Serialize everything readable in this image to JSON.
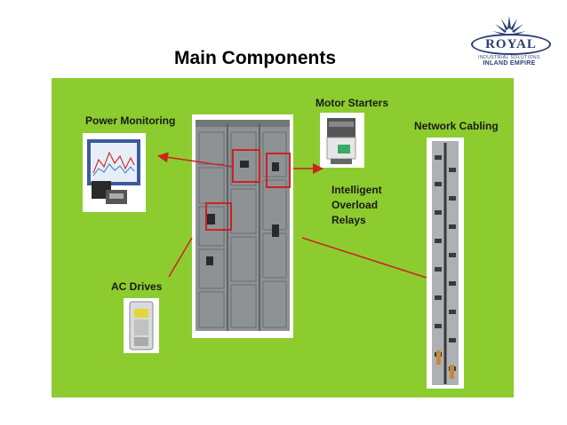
{
  "slide": {
    "title": "Main Components"
  },
  "logo": {
    "name": "ROYAL",
    "line1": "INDUSTRIAL SOLUTIONS",
    "line2": "INLAND EMPIRE"
  },
  "labels": {
    "power_monitoring": "Power Monitoring",
    "motor_starters": "Motor Starters",
    "network_cabling": "Network Cabling",
    "ac_drives": "AC Drives",
    "intelligent_overload_relays": [
      "Intelligent",
      "Overload",
      "Relays"
    ]
  },
  "colors": {
    "panel_green": "#8ccc2e",
    "arrow_red": "#cc2222",
    "logo_navy": "#2b3f73",
    "cabinet_gray": "#8d9295"
  }
}
